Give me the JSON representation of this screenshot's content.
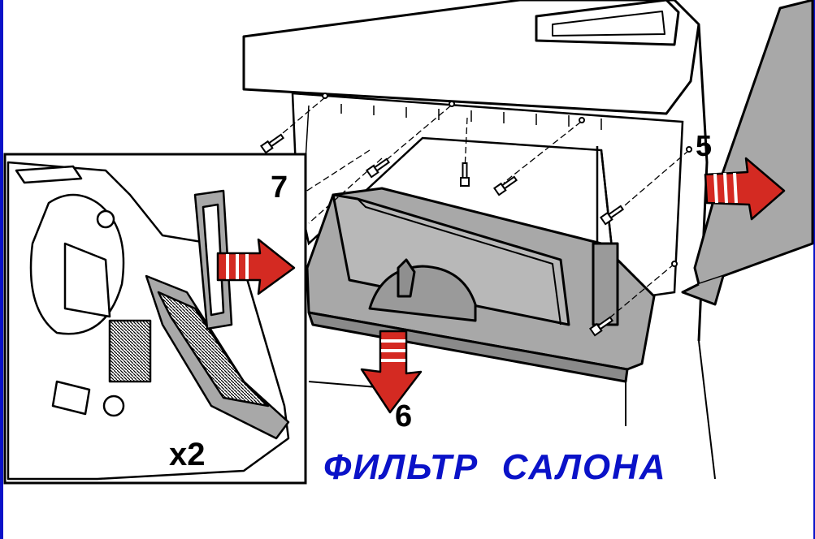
{
  "caption": "ФИЛЬТР  САЛОНА",
  "callouts": {
    "step5": "5",
    "step6": "6",
    "step7": "7",
    "quantity": "x2"
  },
  "colors": {
    "caption": "#0a12c8",
    "arrow_red": "#d42a22",
    "panel_grey": "#a8a8a8",
    "line": "#000000"
  },
  "icons": [
    "screw-icon",
    "arrow-right-icon",
    "arrow-down-icon"
  ]
}
